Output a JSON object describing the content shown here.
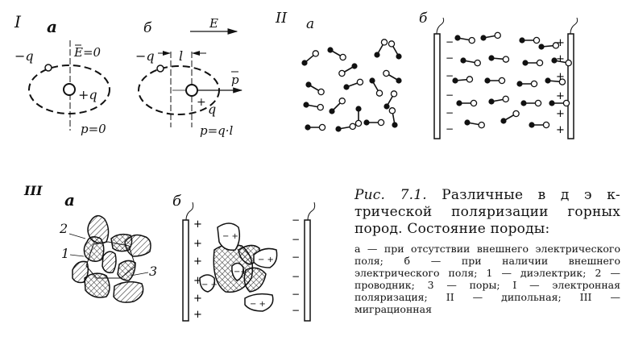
{
  "panel_I": {
    "label": "I",
    "sub_a": "а",
    "sub_b": "б",
    "a_field": "E=0",
    "a_neg_charge": "−q",
    "a_pos_charge": "+q",
    "a_moment": "p=0",
    "b_field": "E",
    "b_neg_charge": "−q",
    "b_distance": "l",
    "b_moment_vector": "p",
    "b_plus": "+",
    "b_charge": "q",
    "b_moment": "p=q·l"
  },
  "panel_II": {
    "label": "II",
    "sub_a": "а",
    "sub_b": "б",
    "minus": "−",
    "plus": "+"
  },
  "panel_III": {
    "label": "III",
    "sub_a": "а",
    "sub_b": "б",
    "callout_2": "2",
    "callout_1": "1",
    "callout_3": "3",
    "plus": "+",
    "minus": "−"
  },
  "caption": {
    "fig_number": "Рис. 7.1.",
    "title": "Различные в д  э  к-трической поляризации горных пород. Состояние породы:",
    "legend": "а — при отсутствии внешнего электрического поля; б — при наличии внешнего электрического поля; 1 — диэлектрик; 2 — проводник; 3 — поры; I — электронная поляризация; II — дипольная; III — миграционная"
  }
}
